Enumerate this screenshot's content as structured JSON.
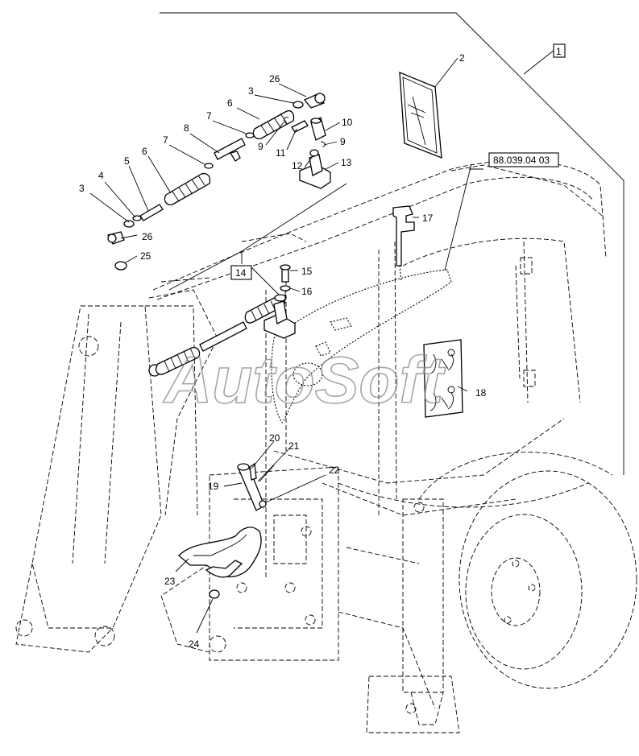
{
  "watermark": "AutoSoft",
  "group_ref": "1",
  "cross_ref": "88.039.04 03",
  "callouts": {
    "c2": "2",
    "c3a": "3",
    "c3b": "3",
    "c4": "4",
    "c5": "5",
    "c6a": "6",
    "c6b": "6",
    "c7a": "7",
    "c7b": "7",
    "c8": "8",
    "c9a": "9",
    "c9b": "9",
    "c10": "10",
    "c11": "11",
    "c12": "12",
    "c13": "13",
    "c14": "14",
    "c15": "15",
    "c16": "16",
    "c17": "17",
    "c18": "18",
    "c19": "19",
    "c20": "20",
    "c21": "21",
    "c22": "22",
    "c23": "23",
    "c24": "24",
    "c25": "25",
    "c26a": "26",
    "c26b": "26"
  }
}
